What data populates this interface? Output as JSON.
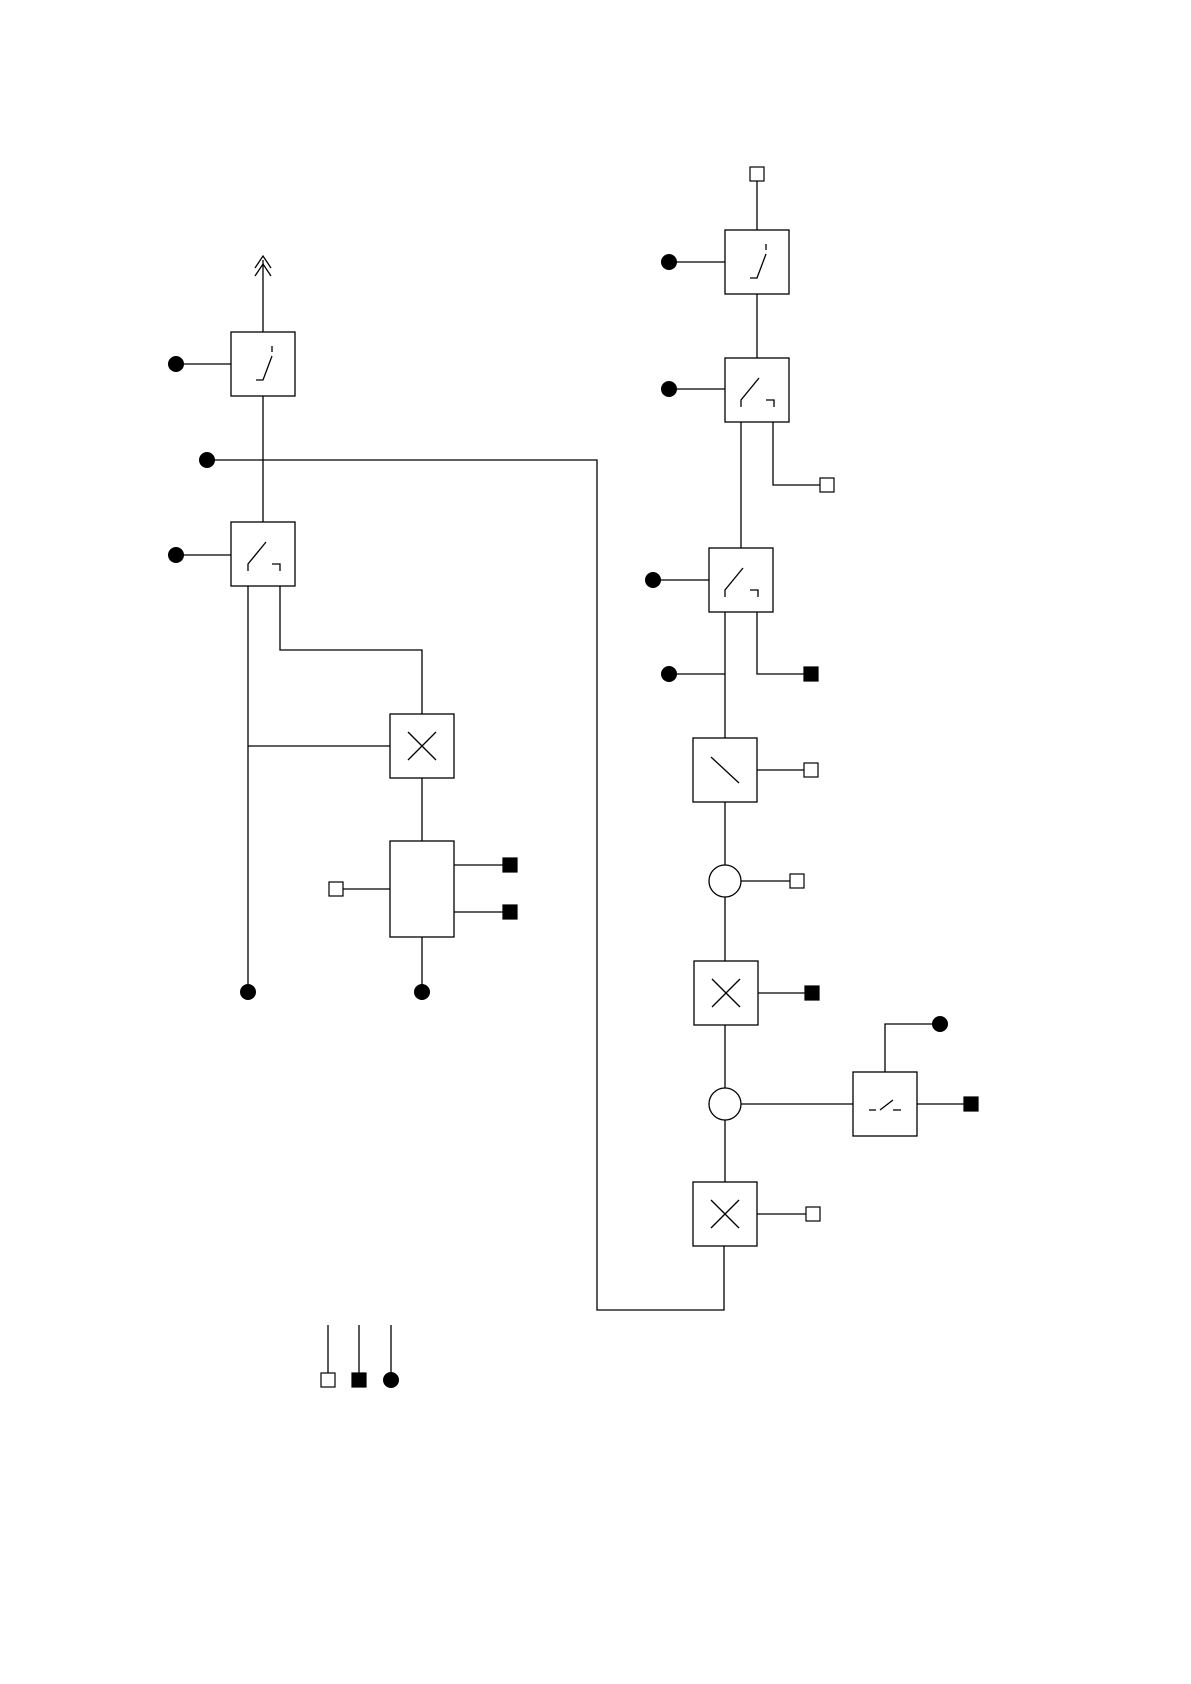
{
  "diagram": {
    "type": "single-line switching diagram",
    "line_color": "#000000",
    "background": "#ffffff",
    "legend_markers": [
      "open-square-terminal",
      "filled-square-terminal",
      "filled-circle-terminal"
    ]
  }
}
